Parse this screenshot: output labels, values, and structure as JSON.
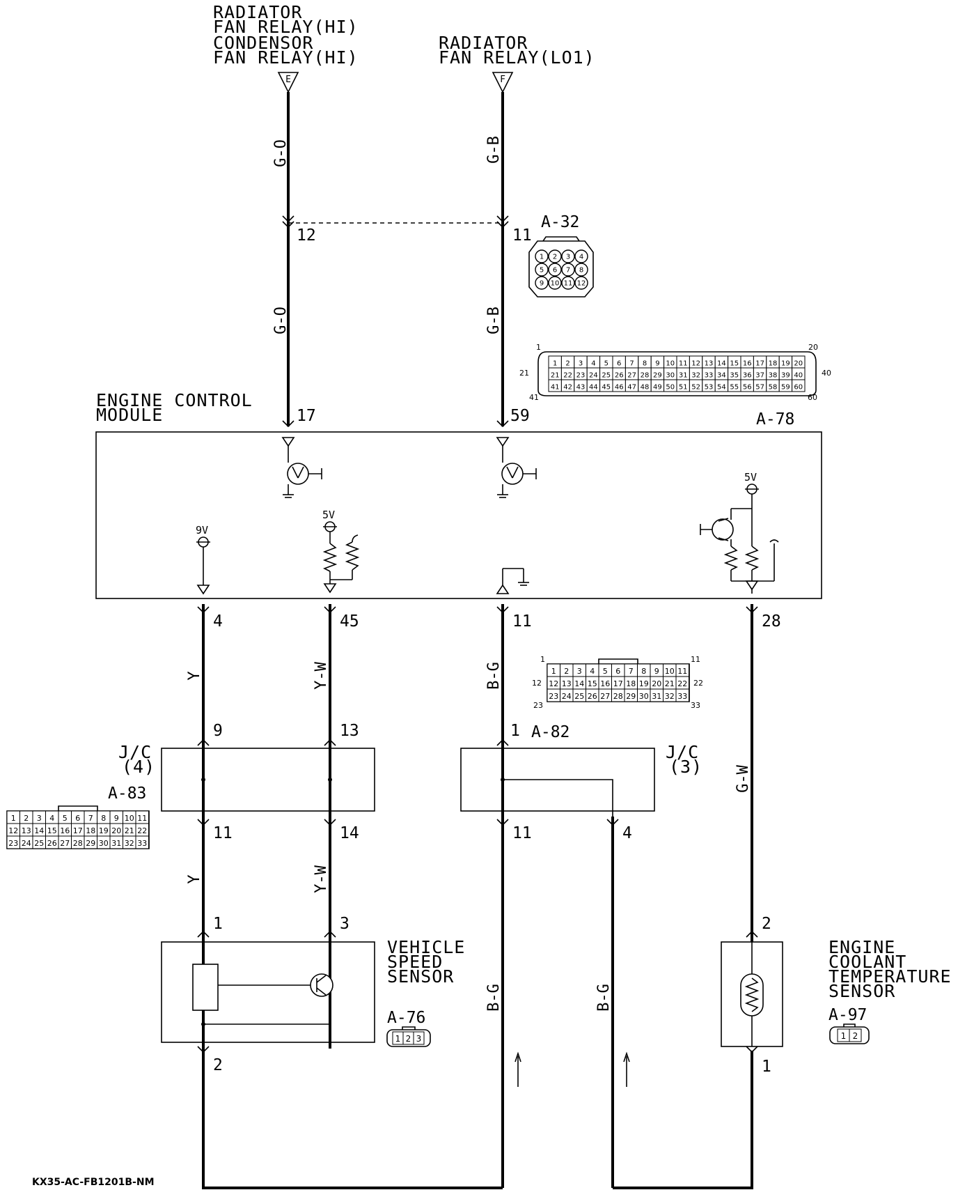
{
  "labels": {
    "top_left": [
      "RADIATOR",
      "FAN RELAY(HI)",
      "CONDENSOR",
      "FAN RELAY(HI)"
    ],
    "top_right": [
      "RADIATOR",
      "FAN RELAY(LO1)"
    ],
    "ecm": [
      "ENGINE CONTROL",
      "MODULE"
    ],
    "vss": [
      "VEHICLE",
      "SPEED",
      "SENSOR"
    ],
    "ect": [
      "ENGINE",
      "COOLANT",
      "TEMPERATURE",
      "SENSOR"
    ],
    "jc4": [
      "J/C",
      "(4)"
    ],
    "jc3": [
      "J/C",
      "(3)"
    ],
    "footer_code": "KX35-AC-FB1201B-NM"
  },
  "terminals": {
    "e": "E",
    "f": "F"
  },
  "connectors": {
    "a32": "A-32",
    "a78": "A-78",
    "a82": "A-82",
    "a83": "A-83",
    "a76": "A-76",
    "a97": "A-97"
  },
  "wires": {
    "go_top": "G-O",
    "go_mid": "G-O",
    "gb_top": "G-B",
    "gb_mid": "G-B",
    "y_upper": "Y",
    "yw_upper": "Y-W",
    "bg_upper": "B-G",
    "gw": "G-W",
    "y_lower": "Y",
    "yw_lower": "Y-W",
    "bg_lower_left": "B-G",
    "bg_lower_right": "B-G"
  },
  "pins": {
    "p12": "12",
    "p11_a32": "11",
    "p17": "17",
    "p59": "59",
    "p4": "4",
    "p45": "45",
    "p11_ecm": "11",
    "p28": "28",
    "p9": "9",
    "p13": "13",
    "p1_a82": "1",
    "p11_jc4": "11",
    "p14": "14",
    "p11_jc3": "11",
    "p4_jc3": "4",
    "p1_vss": "1",
    "p3_vss": "3",
    "p2_vss": "2",
    "p2_ect": "2",
    "p1_ect": "1"
  },
  "voltages": {
    "v9": "9V",
    "v5a": "5V",
    "v5b": "5V"
  },
  "pinouts": {
    "a32": {
      "row1": [
        "1",
        "2",
        "3",
        "4"
      ],
      "row2": [
        "5",
        "6",
        "7",
        "8"
      ],
      "row3": [
        "9",
        "10",
        "11",
        "12"
      ]
    },
    "a78": {
      "row1": [
        "1",
        "2",
        "3",
        "4",
        "5",
        "6",
        "7",
        "8",
        "9",
        "10",
        "11",
        "12",
        "13",
        "14",
        "15",
        "16",
        "17",
        "18",
        "19",
        "20"
      ],
      "row2": [
        "21",
        "22",
        "23",
        "24",
        "25",
        "26",
        "27",
        "28",
        "29",
        "30",
        "31",
        "32",
        "33",
        "34",
        "35",
        "36",
        "37",
        "38",
        "39",
        "40"
      ],
      "row3": [
        "41",
        "42",
        "43",
        "44",
        "45",
        "46",
        "47",
        "48",
        "49",
        "50",
        "51",
        "52",
        "53",
        "54",
        "55",
        "56",
        "57",
        "58",
        "59",
        "60"
      ],
      "corner_tl": "1",
      "corner_tr": "20",
      "side_l": "21",
      "side_r": "40",
      "corner_bl": "41",
      "corner_br": "60"
    },
    "a82": {
      "row1": [
        "1",
        "2",
        "3",
        "4",
        "5",
        "6",
        "7",
        "8",
        "9",
        "10",
        "11"
      ],
      "row2": [
        "12",
        "13",
        "14",
        "15",
        "16",
        "17",
        "18",
        "19",
        "20",
        "21",
        "22"
      ],
      "row3": [
        "23",
        "24",
        "25",
        "26",
        "27",
        "28",
        "29",
        "30",
        "31",
        "32",
        "33"
      ],
      "corner_tl": "1",
      "corner_tr": "11",
      "side_l": "12",
      "side_r": "22",
      "corner_bl": "23",
      "corner_br": "33"
    },
    "a83": {
      "row1": [
        "1",
        "2",
        "3",
        "4",
        "5",
        "6",
        "7",
        "8",
        "9",
        "10",
        "11"
      ],
      "row2": [
        "12",
        "13",
        "14",
        "15",
        "16",
        "17",
        "18",
        "19",
        "20",
        "21",
        "22"
      ],
      "row3": [
        "23",
        "24",
        "25",
        "26",
        "27",
        "28",
        "29",
        "30",
        "31",
        "32",
        "33"
      ]
    },
    "a76": [
      "1",
      "2",
      "3"
    ],
    "a97": [
      "1",
      "2"
    ]
  }
}
